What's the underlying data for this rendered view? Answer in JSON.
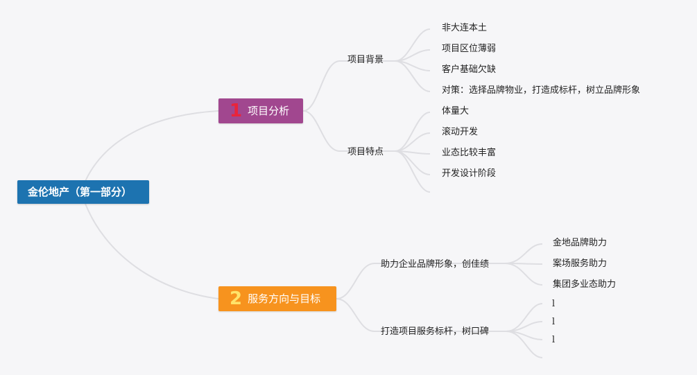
{
  "root": {
    "label": "金伦地产（第一部分）"
  },
  "branches": [
    {
      "number": "1",
      "label": "项目分析",
      "color": "#a1478f",
      "children": [
        {
          "label": "项目背景",
          "children": [
            "非大连本土",
            "项目区位薄弱",
            "客户基础欠缺",
            "对策：选择品牌物业，打造成标杆，树立品牌形象"
          ]
        },
        {
          "label": "项目特点",
          "children": [
            "体量大",
            "滚动开发",
            "业态比较丰富",
            "开发设计阶段"
          ]
        }
      ]
    },
    {
      "number": "2",
      "label": "服务方向与目标",
      "color": "#f7931e",
      "children": [
        {
          "label": "助力企业品牌形象，创佳绩",
          "children": [
            "金地品牌助力",
            "案场服务助力",
            "集团多业态助力"
          ]
        },
        {
          "label": "打造项目服务标杆，树口碑",
          "children": [
            "l",
            "l",
            "l"
          ]
        }
      ]
    }
  ],
  "colors": {
    "root": "#1d73b0",
    "background": "#f6f6f8",
    "connector": "#dedee2"
  }
}
